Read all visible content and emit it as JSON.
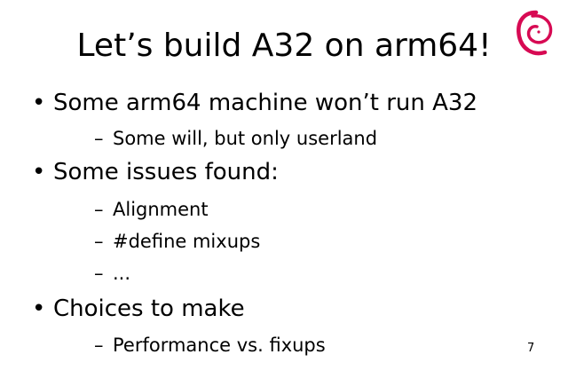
{
  "slide": {
    "title": "Let’s build A32 on arm64!",
    "bullet_marker": "•",
    "sub_marker": "–",
    "items": [
      {
        "text": "Some arm64 machine won’t run A32",
        "subitems": [
          "Some will, but only userland"
        ]
      },
      {
        "text": "Some issues found:",
        "subitems": [
          "Alignment",
          "#define mixups",
          "..."
        ]
      },
      {
        "text": "Choices to make",
        "subitems": [
          "Performance vs. fixups"
        ]
      }
    ],
    "page_number": "7"
  },
  "logo": {
    "icon": "debian-swirl-icon",
    "color": "#d70a53"
  }
}
